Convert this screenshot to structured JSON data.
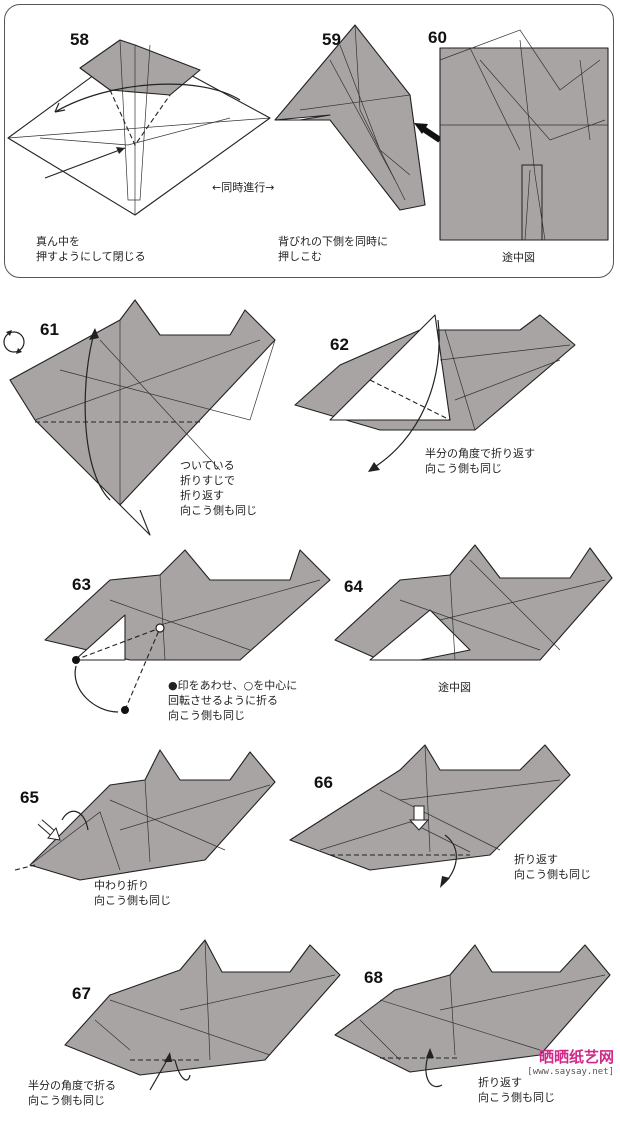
{
  "steps": [
    {
      "num": "58",
      "caption": [
        "真ん中を",
        "押すようにして閉じる"
      ]
    },
    {
      "num": "59",
      "caption": [
        "背びれの下側を同時に",
        "押しこむ"
      ]
    },
    {
      "num": "60",
      "caption": [
        "途中図"
      ]
    },
    {
      "num": "61",
      "caption": [
        "ついている",
        "折りすじで",
        "折り返す",
        "向こう側も同じ"
      ]
    },
    {
      "num": "62",
      "caption": [
        "半分の角度で折り返す",
        "向こう側も同じ"
      ]
    },
    {
      "num": "63",
      "caption": [
        "●印をあわせ、○を中心に",
        "回転させるように折る",
        "向こう側も同じ"
      ]
    },
    {
      "num": "64",
      "caption": [
        "途中図"
      ]
    },
    {
      "num": "65",
      "caption": [
        "中わり折り",
        "向こう側も同じ"
      ]
    },
    {
      "num": "66",
      "caption": [
        "折り返す",
        "向こう側も同じ"
      ]
    },
    {
      "num": "67",
      "caption": [
        "半分の角度で折る",
        "向こう側も同じ"
      ]
    },
    {
      "num": "68",
      "caption": [
        "折り返す",
        "向こう側も同じ"
      ]
    }
  ],
  "simultaneous_label": "←同時進行→",
  "watermark": {
    "brand": "晒晒纸艺网",
    "url": "[www.saysay.net]"
  }
}
